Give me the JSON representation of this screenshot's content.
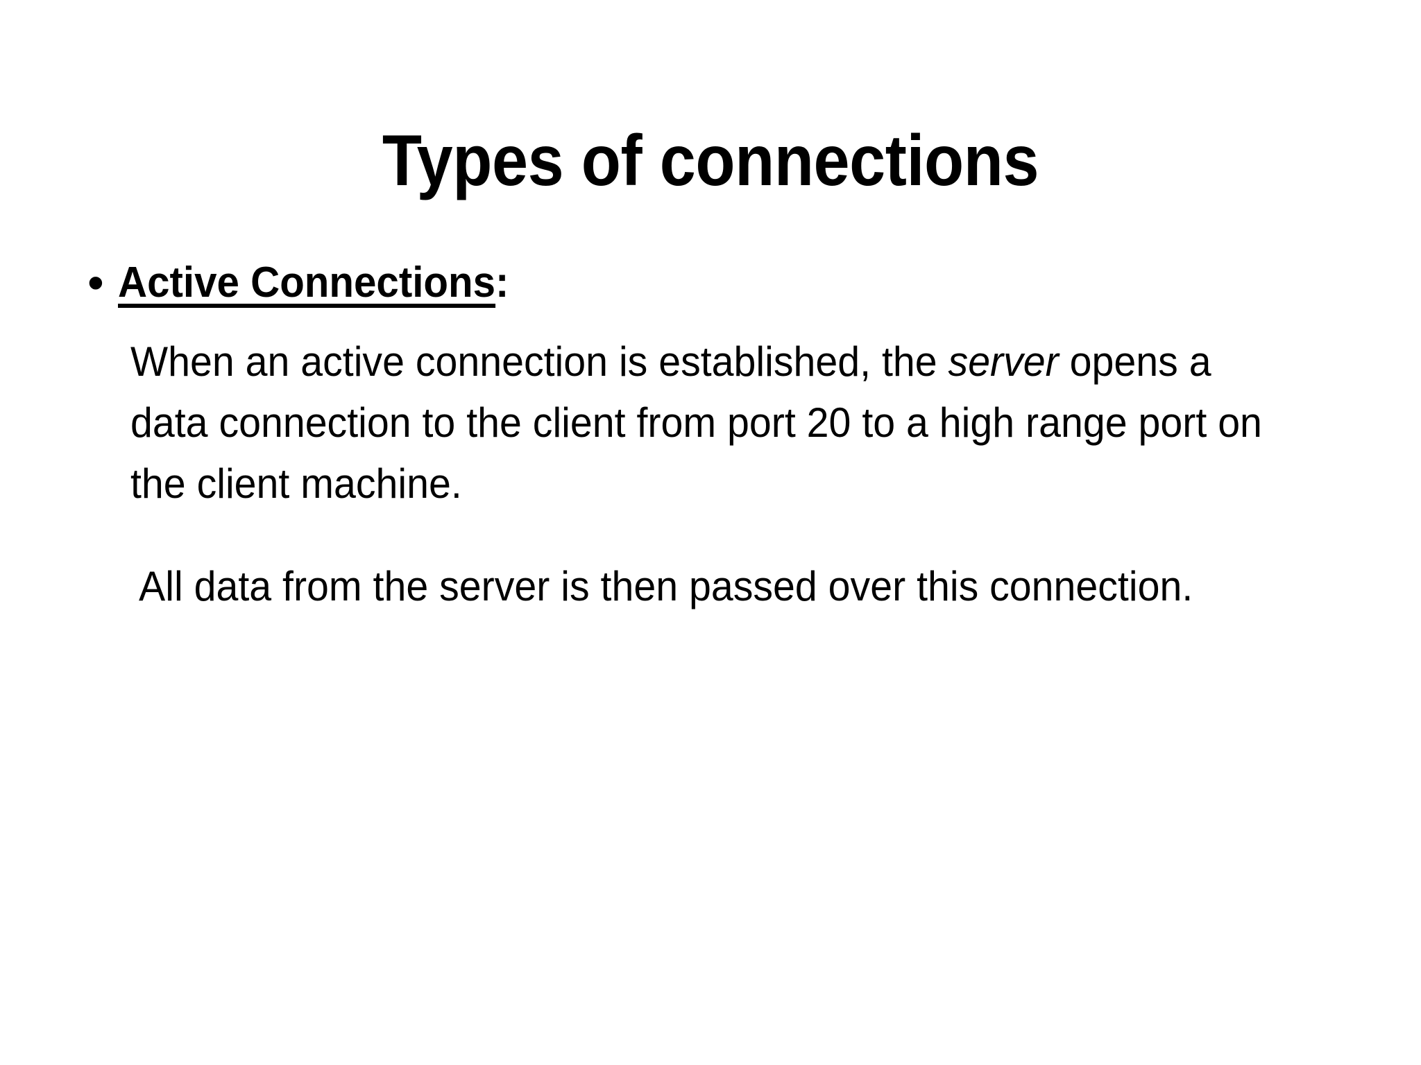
{
  "slide": {
    "background_color": "#ffffff",
    "text_color": "#000000",
    "title": "Types of connections",
    "bullet": {
      "glyph": "•",
      "heading_underlined": "Active Connections",
      "heading_suffix": ":"
    },
    "paragraphs": [
      {
        "id": "active-connection-description",
        "segments": [
          {
            "text": "When an active connection is established, the ",
            "style": "normal"
          },
          {
            "text": "server",
            "style": "italic"
          },
          {
            "text": " opens a data connection to the client from port 20 to a high range port on the client machine.",
            "style": "normal"
          }
        ],
        "plain_text": "When an active connection is established, the server opens a data connection to the client from port 20 to a high range port on the client machine."
      },
      {
        "id": "data-passed-description",
        "segments": [
          {
            "text": "All data from the server is then passed over this connection.",
            "style": "normal"
          }
        ],
        "plain_text": "All data from the server is then passed over this connection."
      }
    ]
  }
}
